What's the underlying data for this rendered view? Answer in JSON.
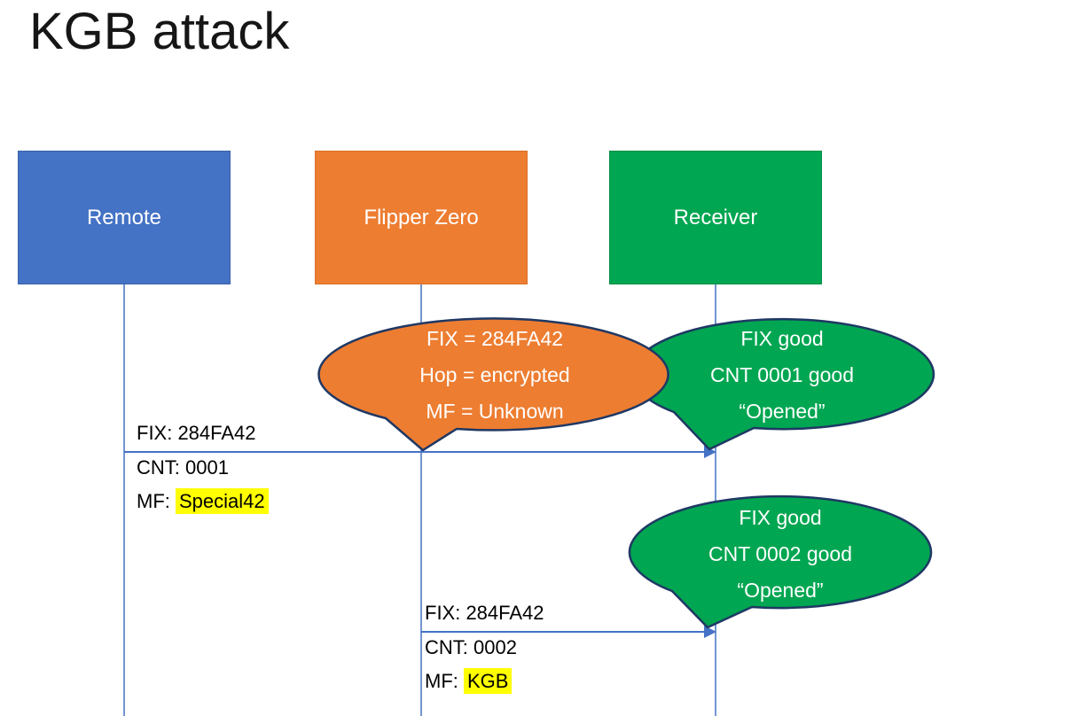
{
  "title": "KGB attack",
  "colors": {
    "remote_fill": "#4472C4",
    "flipper_fill": "#ED7D31",
    "receiver_fill": "#00A651",
    "bubble_outline": "#1F3864",
    "arrow": "#4472C4",
    "lifeline": "#4472C4",
    "highlight": "#FFFF00",
    "text_on_fill": "#FFFFFF",
    "label_text": "#000000"
  },
  "actors": [
    {
      "label": "Remote"
    },
    {
      "label": "Flipper Zero"
    },
    {
      "label": "Receiver"
    }
  ],
  "bubbles": [
    {
      "owner": "flipper-zero",
      "line1": "FIX = 284FA42",
      "line2": "Hop = encrypted",
      "line3": "MF = Unknown"
    },
    {
      "owner": "receiver",
      "line1": "FIX good",
      "line2": "CNT 0001 good",
      "line3": "“Opened”"
    },
    {
      "owner": "receiver",
      "line1": "FIX good",
      "line2": "CNT 0002 good",
      "line3": "“Opened”"
    }
  ],
  "messages": [
    {
      "from": "Remote",
      "to": "Receiver",
      "line1": "FIX: 284FA42",
      "line2": "CNT: 0001",
      "line3_prefix": "MF: ",
      "line3_highlighted": "Special42"
    },
    {
      "from": "Flipper Zero",
      "to": "Receiver",
      "line1": "FIX: 284FA42",
      "line2": "CNT: 0002",
      "line3_prefix": "MF: ",
      "line3_highlighted": "KGB"
    }
  ]
}
